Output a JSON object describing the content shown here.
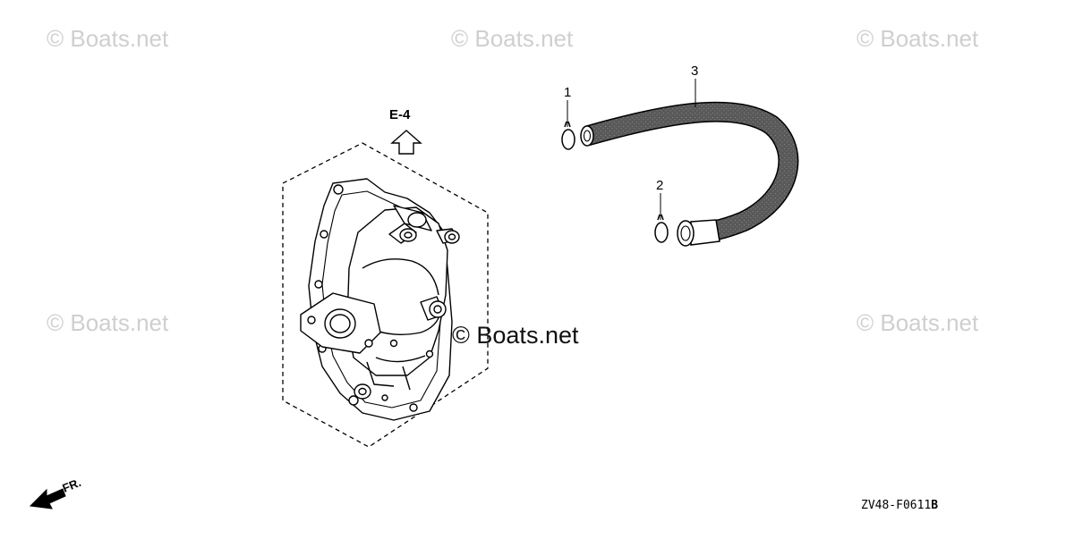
{
  "watermarks": {
    "top_left": "© Boats.net",
    "top_center": "© Boats.net",
    "top_right": "© Boats.net",
    "mid_left": "© Boats.net",
    "center": "© Boats.net",
    "mid_right": "© Boats.net"
  },
  "reference": {
    "label": "E-4"
  },
  "callouts": {
    "c1": "1",
    "c2": "2",
    "c3": "3"
  },
  "direction": {
    "label": "FR."
  },
  "diagram_code": {
    "prefix": "ZV48-F0611",
    "suffix": "B"
  }
}
